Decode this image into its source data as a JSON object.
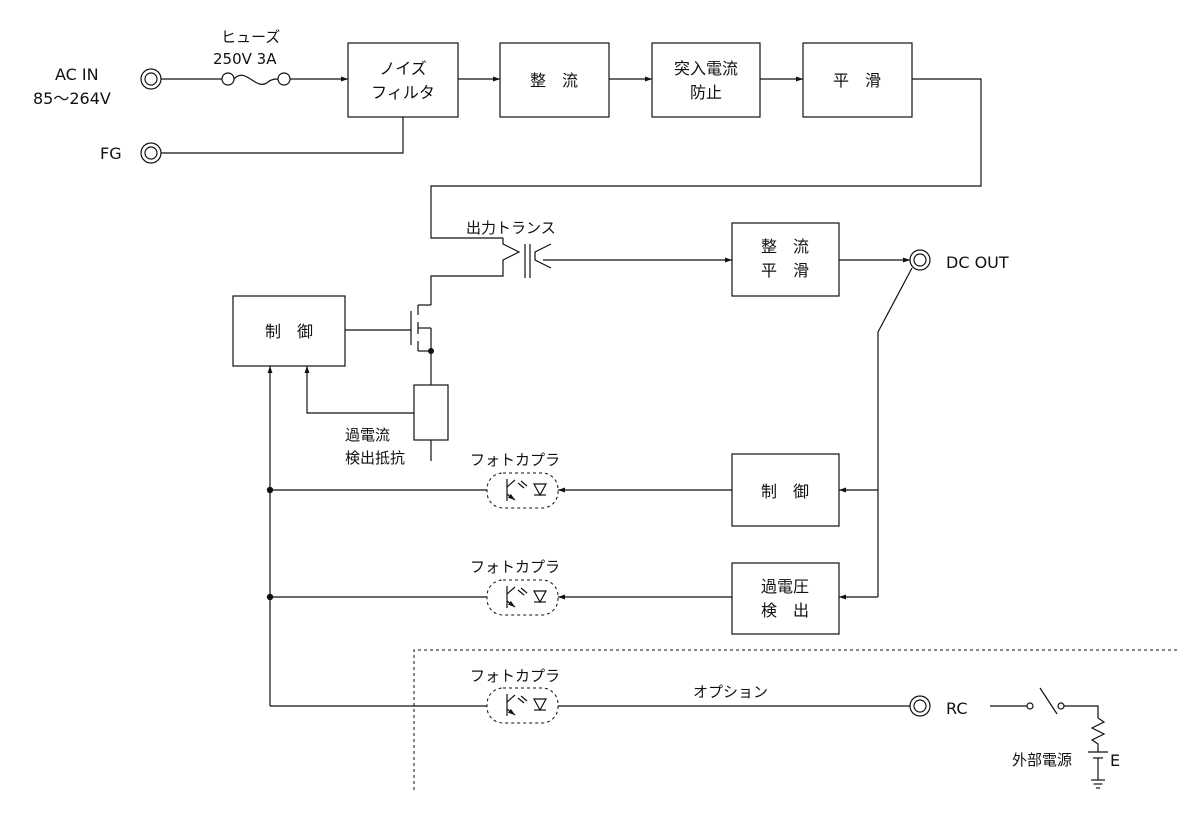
{
  "input": {
    "ac_in": "AC IN",
    "voltage": "85～264V",
    "fg": "FG"
  },
  "fuse": {
    "name": "ヒューズ",
    "rating": "250V 3A"
  },
  "blocks": {
    "noise_filter": [
      "ノイズ",
      "フィルタ"
    ],
    "rectifier": [
      "整　流"
    ],
    "inrush": [
      "突入電流",
      "防止"
    ],
    "smoothing": [
      "平　滑"
    ],
    "output_rect": [
      "整　流",
      "平　滑"
    ],
    "control_primary": [
      "制　御"
    ],
    "control_secondary": [
      "制　御"
    ],
    "overvoltage": [
      "過電圧",
      "検　出"
    ]
  },
  "labels": {
    "transformer": "出力トランス",
    "dc_out": "DC OUT",
    "ocp_resistor": [
      "過電流",
      "検出抵抗"
    ],
    "photocoupler": "フォトカプラ",
    "option": "オプション",
    "rc": "RC",
    "external_power": "外部電源",
    "e": "E"
  }
}
